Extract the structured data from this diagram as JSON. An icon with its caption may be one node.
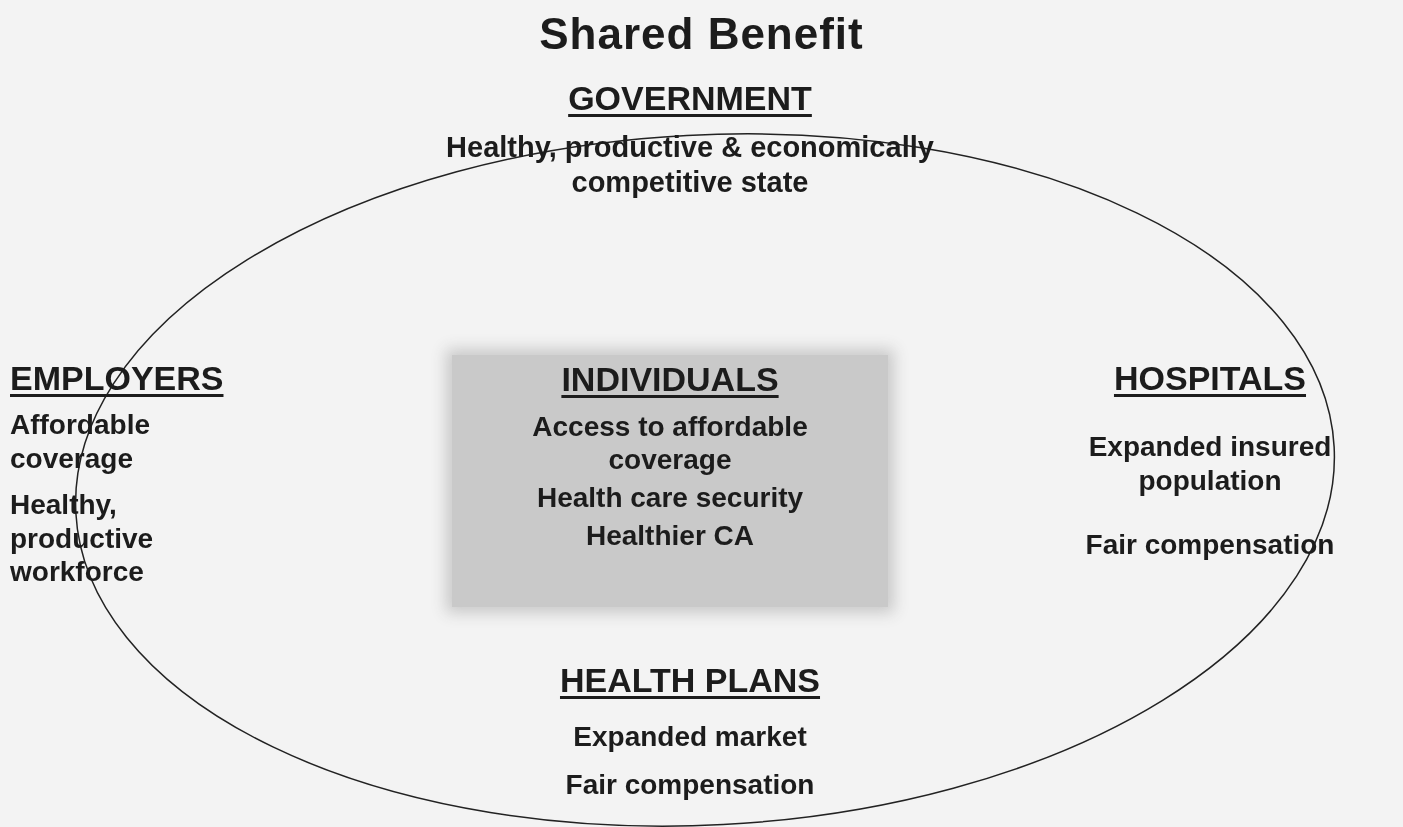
{
  "diagram": {
    "title": "Shared Benefit",
    "nodes": [
      {
        "text": [
          "INDIVIDUALS",
          "Access to affordable coverage",
          "Health care security",
          "Healthier CA"
        ]
      }
    ],
    "labels": [
      "GOVERNMENT",
      "Healthy, productive & economically competitive state",
      "EMPLOYERS",
      "Affordable coverage",
      "Healthy, productive workforce",
      "HOSPITALS",
      "Expanded insured population",
      "Fair compensation",
      "HEALTH PLANS",
      "Expanded market",
      "Fair compensation"
    ]
  }
}
